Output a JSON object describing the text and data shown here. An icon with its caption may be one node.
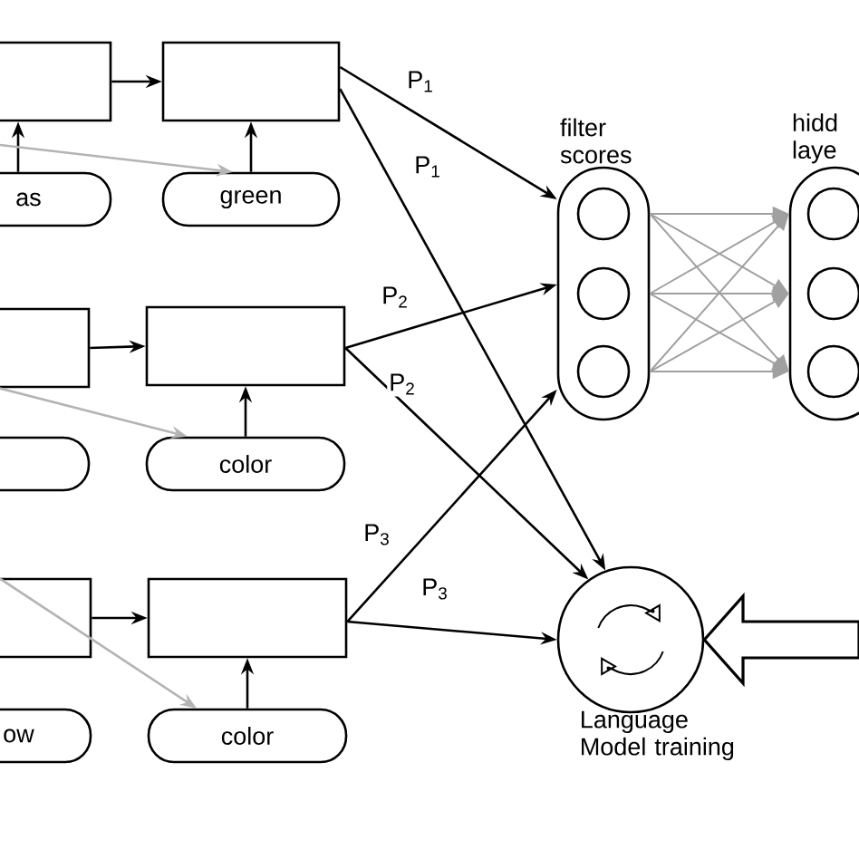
{
  "diagram": {
    "nodes": [
      {
        "text": [],
        "shape": "box"
      },
      {
        "text": [],
        "shape": "box"
      },
      {
        "text": [
          "as"
        ]
      },
      {
        "text": [
          "green"
        ]
      },
      {
        "text": [
          "filter scores"
        ]
      },
      {
        "text": [],
        "shape": "circle",
        "in": 4
      },
      {
        "text": [],
        "shape": "circle",
        "in": 4
      },
      {
        "text": [],
        "shape": "circle",
        "in": 4
      },
      {
        "text": [
          "hidd laye"
        ]
      },
      {
        "text": [],
        "shape": "circle",
        "in": 8
      },
      {
        "text": [],
        "shape": "circle",
        "in": 8
      },
      {
        "text": [],
        "shape": "circle",
        "in": 8
      },
      {
        "text": [],
        "shape": "box"
      },
      {
        "text": [],
        "shape": "box"
      },
      {
        "text": [],
        "shape": "oval"
      },
      {
        "text": [
          "color"
        ]
      },
      {
        "text": [],
        "shape": "box"
      },
      {
        "text": [],
        "shape": "box"
      },
      {
        "text": [
          "Language Model training"
        ]
      },
      {
        "text": [
          "ow"
        ]
      },
      {
        "text": [
          "color"
        ]
      }
    ],
    "edges": [
      {
        "from": 0,
        "to": 1,
        "arrow": "to"
      },
      {
        "from": 2,
        "to": 0,
        "arrow": "to"
      },
      {
        "from": 3,
        "to": 1,
        "arrow": "to"
      },
      {
        "from": null,
        "to": 3,
        "arrow": "to",
        "color": "#b4b4b4"
      },
      {
        "from": 1,
        "to": 4,
        "arrow": "to",
        "label": "P$_{1}$"
      },
      {
        "from": 1,
        "to": 18,
        "arrow": "to",
        "label": "P$_{1}$"
      },
      {
        "from": 5,
        "to": 9,
        "arrow": "to",
        "color": "#a0a0a0"
      },
      {
        "from": 5,
        "to": 10,
        "arrow": "to",
        "color": "#a0a0a0"
      },
      {
        "from": 5,
        "to": 11,
        "arrow": "to",
        "color": "#a0a0a0"
      },
      {
        "from": 6,
        "to": 9,
        "arrow": "to",
        "color": "#a0a0a0"
      },
      {
        "from": 6,
        "to": 10,
        "arrow": "to",
        "color": "#a0a0a0"
      },
      {
        "from": 6,
        "to": 11,
        "arrow": "to",
        "color": "#a0a0a0"
      },
      {
        "from": 7,
        "to": 9,
        "arrow": "to",
        "color": "#a0a0a0"
      },
      {
        "from": 7,
        "to": 10,
        "arrow": "to",
        "color": "#a0a0a0"
      },
      {
        "from": 7,
        "to": 11,
        "arrow": "to",
        "color": "#a0a0a0"
      },
      {
        "from": 12,
        "to": 13,
        "arrow": "to"
      },
      {
        "from": 12,
        "to": 15,
        "arrow": "to",
        "color": "#b4b4b4"
      },
      {
        "from": 15,
        "to": 13,
        "arrow": "to"
      },
      {
        "from": 13,
        "to": 4,
        "arrow": "to",
        "label": "P$_{2}$"
      },
      {
        "from": 13,
        "to": 18,
        "arrow": "to",
        "label": "P$_{2}$"
      },
      {
        "from": 16,
        "to": 17,
        "arrow": "to"
      },
      {
        "from": 20,
        "to": 17,
        "arrow": "to"
      },
      {
        "from": 16,
        "to": 20,
        "arrow": "to",
        "color": "#b4b4b4"
      },
      {
        "from": 17,
        "to": 4,
        "arrow": "to",
        "label": "P$_{3}$"
      },
      {
        "from": 17,
        "to": 18,
        "arrow": "to",
        "label": "P$_{3}$"
      },
      {
        "from": null,
        "to": 18,
        "arrow": "to",
        "style": "thick"
      }
    ]
  }
}
